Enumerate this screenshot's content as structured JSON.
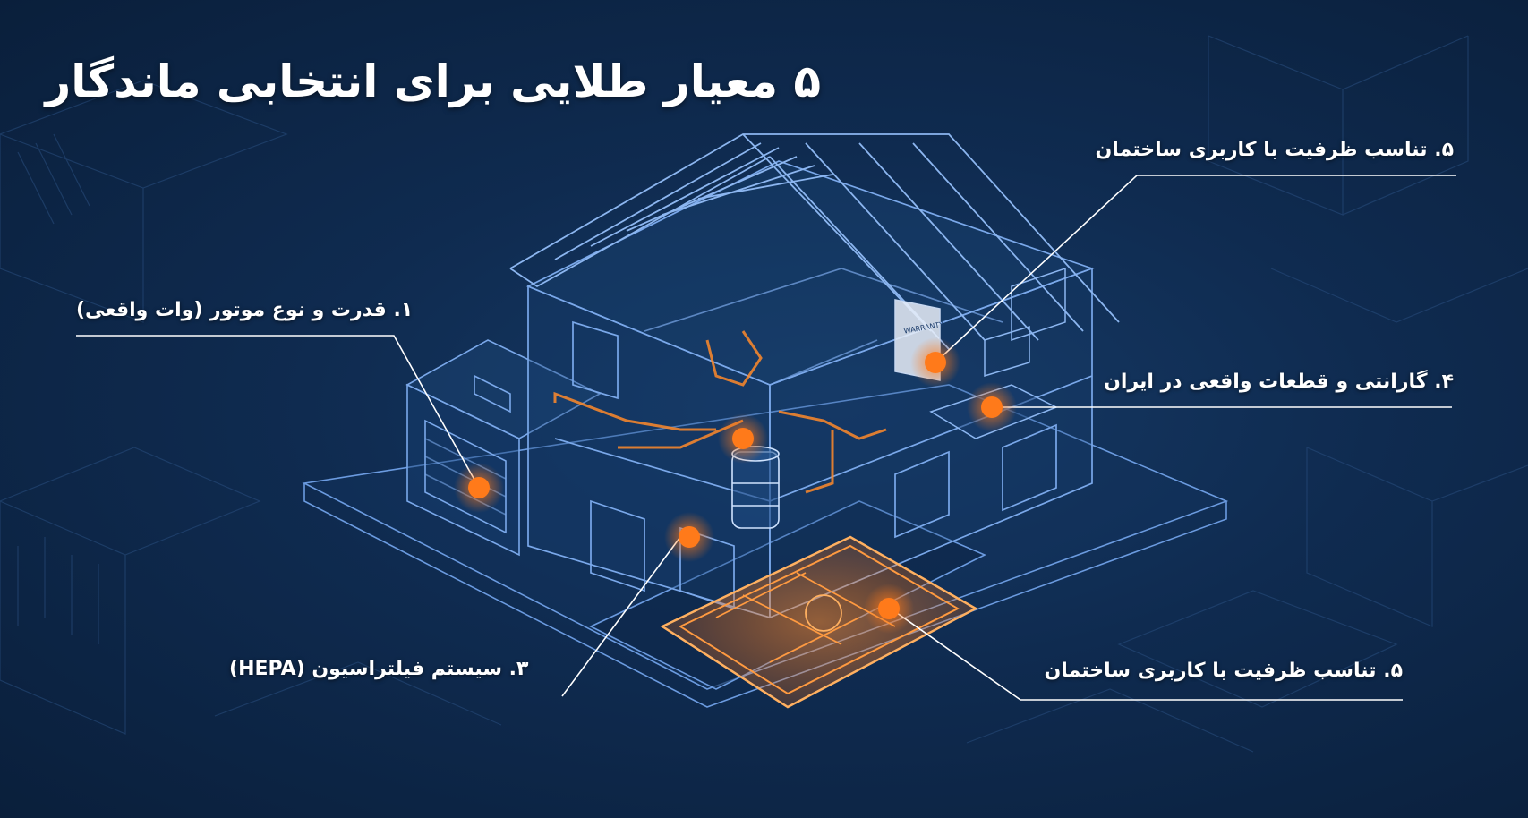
{
  "title": "۵ معیار طلایی برای انتخابی ماندگار",
  "labels": {
    "capacity_top": "۵. تناسب ظرفیت با کاربری ساختمان",
    "power": "۱. قدرت و نوع موتور (وات واقعی)",
    "warranty": "۴. گارانتی و قطعات واقعی در ایران",
    "filtration": "۳. سیستم فیلتراسیون (HEPA)",
    "capacity_bottom": "۵. تناسب ظرفیت با کاربری ساختمان"
  },
  "document_text": "WARRANTY",
  "colors": {
    "background": "#0f2b50",
    "line": "#5b8fd1",
    "accent": "#ff7a1a",
    "text": "#ffffff"
  }
}
